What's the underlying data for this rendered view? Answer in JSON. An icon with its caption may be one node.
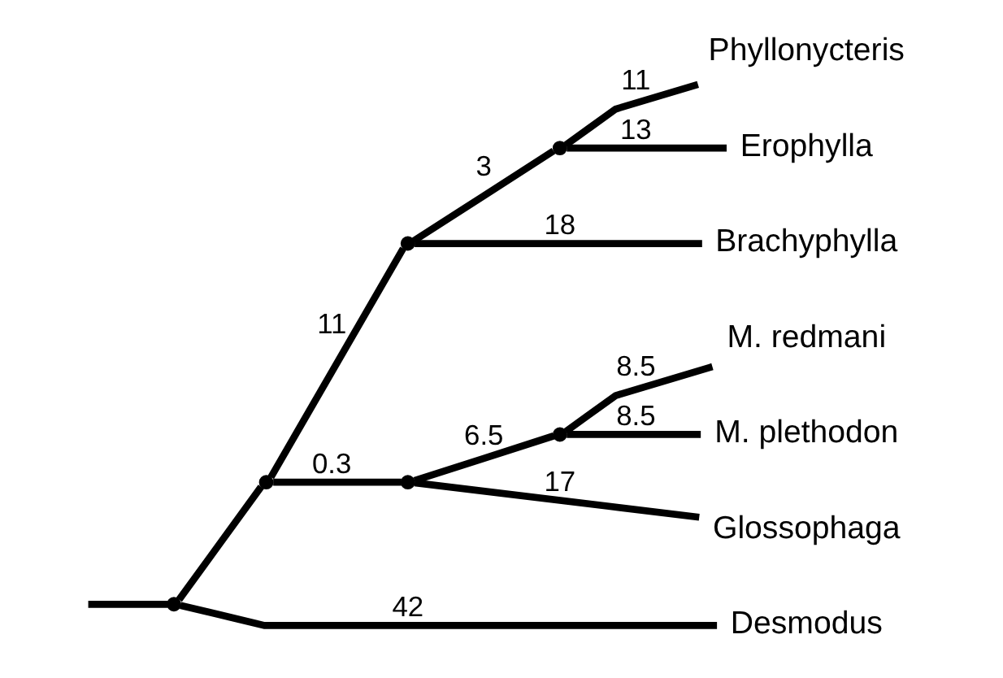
{
  "diagram": {
    "nodes": [
      {
        "text": [],
        "shape": "point"
      },
      {
        "text": [],
        "shape": "point"
      },
      {
        "text": [],
        "shape": "point"
      },
      {
        "text": [],
        "shape": "point"
      },
      {
        "text": [
          "Phyllonycteris"
        ]
      },
      {
        "text": [
          "Erophylla"
        ]
      },
      {
        "text": [
          "Brachyphylla"
        ]
      },
      {
        "text": [],
        "shape": "point"
      },
      {
        "text": [],
        "shape": "point"
      },
      {
        "text": [
          "M. redmani"
        ]
      },
      {
        "text": [
          "M. plethodon"
        ]
      },
      {
        "text": [
          "Glossophaga"
        ]
      },
      {
        "text": [
          "Desmodus"
        ]
      }
    ],
    "edges": [
      {
        "from": null,
        "to": 0,
        "arrow": "none"
      },
      {
        "from": 0,
        "to": 1,
        "arrow": "none"
      },
      {
        "from": 1,
        "to": 2,
        "arrow": "none",
        "label": "11"
      },
      {
        "from": 2,
        "to": 3,
        "arrow": "none",
        "label": "3"
      },
      {
        "from": 3,
        "to": 4,
        "arrow": "none",
        "label": "11"
      },
      {
        "from": 3,
        "to": 5,
        "arrow": "none",
        "label": "13"
      },
      {
        "from": 2,
        "to": 6,
        "arrow": "none",
        "label": "18"
      },
      {
        "from": 1,
        "to": 7,
        "arrow": "none",
        "label": "0.3"
      },
      {
        "from": 7,
        "to": 8,
        "arrow": "none",
        "label": "6.5"
      },
      {
        "from": 8,
        "to": 9,
        "arrow": "none",
        "label": "8.5"
      },
      {
        "from": 8,
        "to": 10,
        "arrow": "none",
        "label": "8.5"
      },
      {
        "from": 7,
        "to": 11,
        "arrow": "none",
        "label": "17"
      },
      {
        "from": 0,
        "to": 12,
        "arrow": "none",
        "label": "42"
      }
    ]
  }
}
